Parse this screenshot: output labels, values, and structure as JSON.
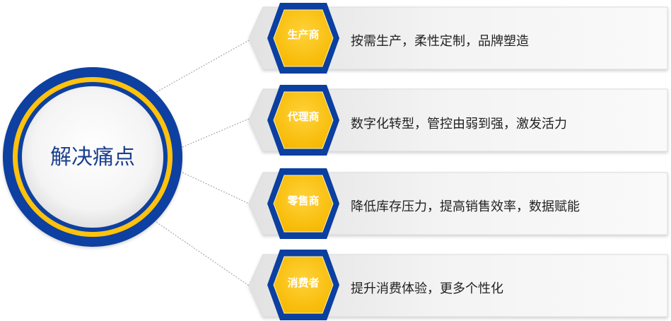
{
  "hub": {
    "title": "解决痛点"
  },
  "items": [
    {
      "role": "生产商",
      "description": "按需生产，柔性定制，品牌塑造"
    },
    {
      "role": "代理商",
      "description": "数字化转型，管控由弱到强，激发活力"
    },
    {
      "role": "零售商",
      "description": "降低库存压力，提高销售效率，数据赋能"
    },
    {
      "role": "消费者",
      "description": "提升消费体验，更多个性化"
    }
  ],
  "colors": {
    "ring_blue": "#0b3fa0",
    "ring_yellow": "#ffc20e",
    "hex_fill": "#ffc20e",
    "title_blue": "#1f3f8f",
    "text": "#222222",
    "panel_light": "#f7f7f7",
    "panel_dark": "#e3e3e3"
  }
}
